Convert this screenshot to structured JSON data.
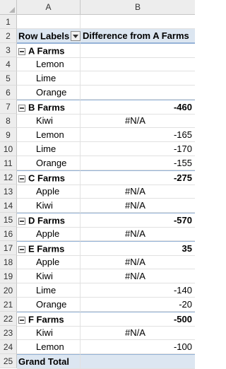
{
  "columns": {
    "a": "A",
    "b": "B"
  },
  "header": {
    "row_num": "2",
    "row_labels": "Row Labels",
    "value_header": "Difference from A Farms"
  },
  "rows": [
    {
      "num": "1",
      "type": "blank",
      "label": "",
      "value": ""
    },
    {
      "num": "3",
      "type": "group",
      "label": "A Farms",
      "value": ""
    },
    {
      "num": "4",
      "type": "child",
      "label": "Lemon",
      "value": ""
    },
    {
      "num": "5",
      "type": "child",
      "label": "Lime",
      "value": ""
    },
    {
      "num": "6",
      "type": "child",
      "label": "Orange",
      "value": ""
    },
    {
      "num": "7",
      "type": "group",
      "label": "B Farms",
      "value": "-460"
    },
    {
      "num": "8",
      "type": "child",
      "label": "Kiwi",
      "na": "#N/A",
      "value": ""
    },
    {
      "num": "9",
      "type": "child",
      "label": "Lemon",
      "value": "-165"
    },
    {
      "num": "10",
      "type": "child",
      "label": "Lime",
      "value": "-170"
    },
    {
      "num": "11",
      "type": "child",
      "label": "Orange",
      "value": "-155"
    },
    {
      "num": "12",
      "type": "group",
      "label": "C Farms",
      "value": "-275"
    },
    {
      "num": "13",
      "type": "child",
      "label": "Apple",
      "na": "#N/A",
      "value": ""
    },
    {
      "num": "14",
      "type": "child",
      "label": "Kiwi",
      "na": "#N/A",
      "value": ""
    },
    {
      "num": "15",
      "type": "group",
      "label": "D Farms",
      "value": "-570"
    },
    {
      "num": "16",
      "type": "child",
      "label": "Apple",
      "na": "#N/A",
      "value": ""
    },
    {
      "num": "17",
      "type": "group",
      "label": "E Farms",
      "value": "35"
    },
    {
      "num": "18",
      "type": "child",
      "label": "Apple",
      "na": "#N/A",
      "value": ""
    },
    {
      "num": "19",
      "type": "child",
      "label": "Kiwi",
      "na": "#N/A",
      "value": ""
    },
    {
      "num": "20",
      "type": "child",
      "label": "Lime",
      "value": "-140"
    },
    {
      "num": "21",
      "type": "child",
      "label": "Orange",
      "value": "-20"
    },
    {
      "num": "22",
      "type": "group",
      "label": "F Farms",
      "value": "-500"
    },
    {
      "num": "23",
      "type": "child",
      "label": "Kiwi",
      "na": "#N/A",
      "value": ""
    },
    {
      "num": "24",
      "type": "child",
      "label": "Lemon",
      "value": "-100"
    },
    {
      "num": "25",
      "type": "total",
      "label": "Grand Total",
      "value": ""
    }
  ],
  "colors": {
    "header_fill": "#dce6f1",
    "header_border": "#95b3d7",
    "row_header_fill": "#ededed"
  }
}
